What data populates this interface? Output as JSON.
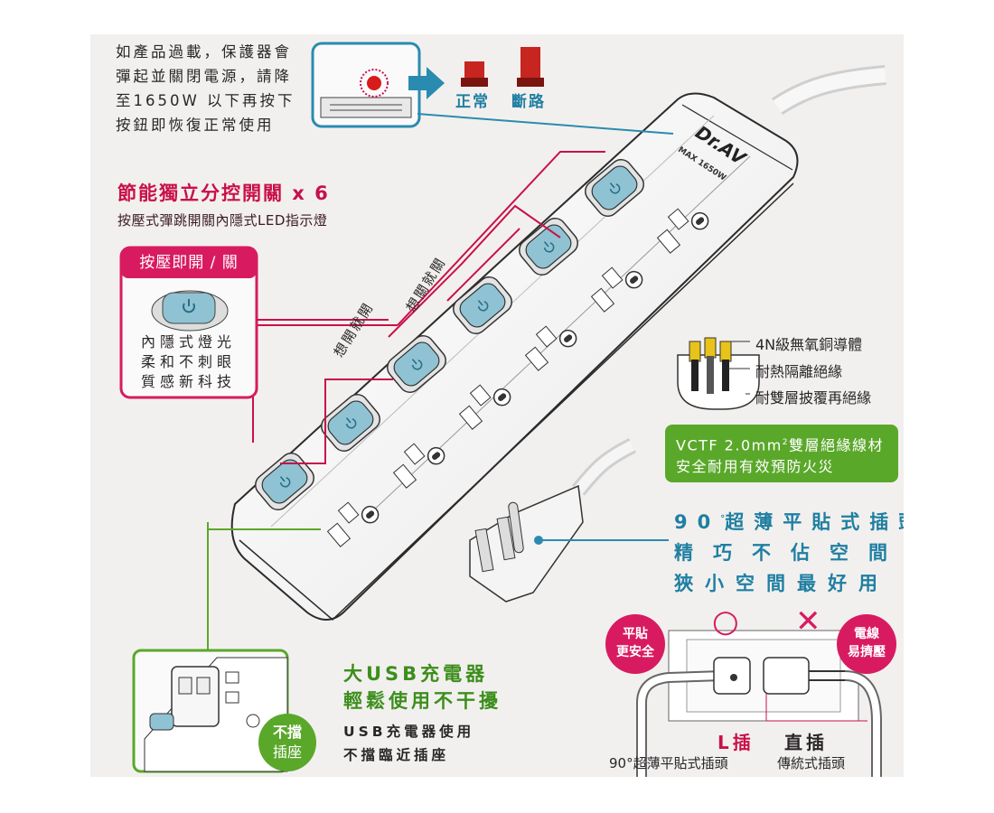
{
  "overload": {
    "lines": [
      "如產品過載，保護器會",
      "彈起並關閉電源，請降",
      "至1650W 以下再按下",
      "按鈕即恢復正常使用"
    ],
    "state_normal": "正常",
    "state_break": "斷路"
  },
  "brand": {
    "logo": "Dr.AV",
    "rating": "MAX 1650W"
  },
  "switches": {
    "title": "節能獨立分控開關 x 6",
    "subtitle": "按壓式彈跳開關內隱式LED指示燈",
    "press_tag": "按壓即開 / 關",
    "led_desc": [
      "內隱式燈光",
      "柔和不刺眼",
      "質感新科技"
    ],
    "label_on": "想開就開",
    "label_off": "想關就關"
  },
  "wire": {
    "items": [
      "4N級無氧銅導體",
      "耐熱隔離絕緣",
      "耐雙層披覆再絕緣"
    ],
    "vctf_line1": "VCTF 2.0mm",
    "vctf_sup": "2",
    "vctf_line1_rest": "雙層絕緣線材",
    "vctf_line2": "安全耐用有效預防火災"
  },
  "plug": {
    "line1_deg": "90",
    "line1_rest": "超薄平貼式插頭",
    "line2": "精巧不佔空間",
    "line3": "狹小空間最好用"
  },
  "usb": {
    "headline1": "大USB充電器",
    "headline2": "輕鬆使用不干擾",
    "desc1": "USB充電器使用",
    "desc2": "不擋臨近插座",
    "bubble_l1": "不擋",
    "bubble_l2": "插座"
  },
  "compare": {
    "good_badge_l1": "平貼",
    "good_badge_l2": "更安全",
    "bad_badge_l1": "電線",
    "bad_badge_l2": "易擠壓",
    "good_mark": "○",
    "bad_mark": "✕",
    "l_plug": "L插",
    "straight_plug": "直插",
    "l_plug_sub": "90°超薄平貼式插頭",
    "straight_plug_sub": "傳統式插頭"
  },
  "colors": {
    "magenta": "#d81b60",
    "green": "#5aa82a",
    "teal": "#1d7fa0",
    "switch_blue": "#8fc3d3"
  },
  "icons": [
    "power-icon",
    "red-reset-button-icon",
    "arrow-right-icon",
    "power-strip-illustration",
    "plug-illustration",
    "wire-cross-section-icon",
    "usb-charger-illustration"
  ]
}
